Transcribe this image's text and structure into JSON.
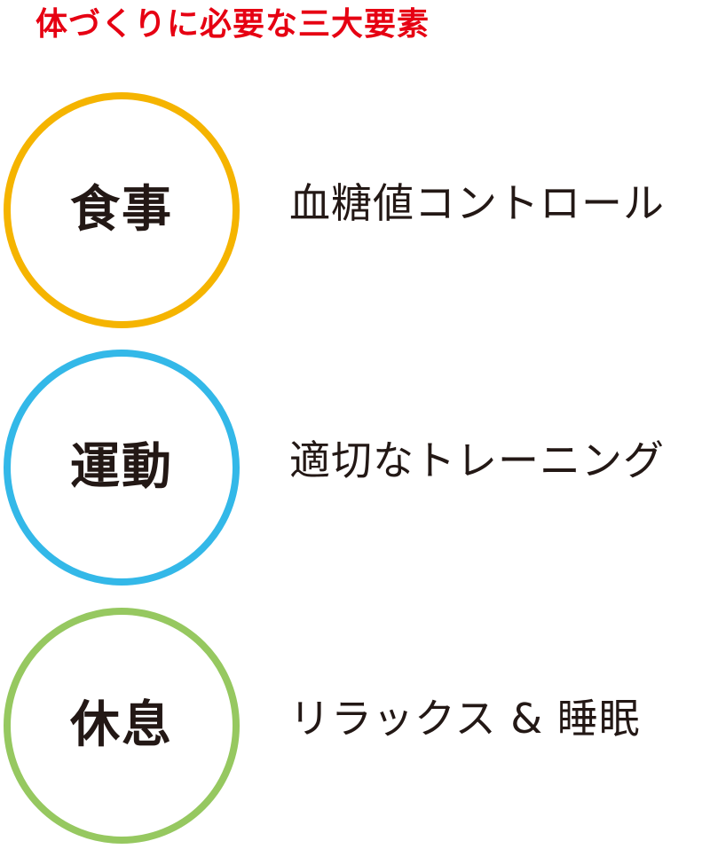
{
  "header": {
    "title": "体づくりに必要な三大要素",
    "title_color": "#e60012"
  },
  "items": [
    {
      "label": "食事",
      "description": "血糖値コントロール",
      "ring_color": "#f5b400"
    },
    {
      "label": "運動",
      "description": "適切なトレーニング",
      "ring_color": "#33b8e8"
    },
    {
      "label": "休息",
      "description": "リラックス & 睡眠",
      "ring_color": "#96c860"
    }
  ]
}
